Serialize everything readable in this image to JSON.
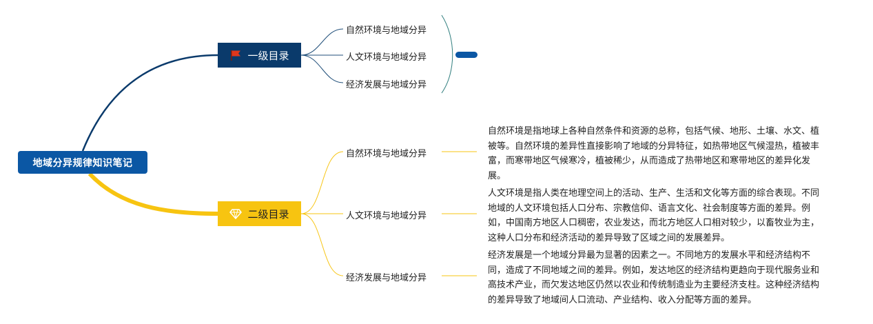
{
  "root": {
    "label": "地域分异规律知识笔记"
  },
  "branches": [
    {
      "label": "一级目录",
      "icon": "red-flag-icon",
      "color": "#0a3a6b",
      "children": [
        "自然环境与地域分异",
        "人文环境与地域分异",
        "经济发展与地域分异"
      ]
    },
    {
      "label": "二级目录",
      "icon": "diamond-icon",
      "color": "#f7c411",
      "children": [
        {
          "label": "自然环境与地域分异",
          "detail": "自然环境是指地球上各种自然条件和资源的总称，包括气候、地形、土壤、水文、植被等。自然环境的差异性直接影响了地域的分异特征，如热带地区气候湿热，植被丰富，而寒带地区气候寒冷，植被稀少，从而造成了热带地区和寒带地区的差异化发展。"
        },
        {
          "label": "人文环境与地域分异",
          "detail": "人文环境是指人类在地理空间上的活动、生产、生活和文化等方面的综合表现。不同地域的人文环境包括人口分布、宗教信仰、语言文化、社会制度等方面的差异。例如，中国南方地区人口稠密，农业发达，而北方地区人口相对较少，以畜牧业为主，这种人口分布和经济活动的差异导致了区域之间的发展差异。"
        },
        {
          "label": "经济发展与地域分异",
          "detail": "经济发展是一个地域分异最为显著的因素之一。不同地方的发展水平和经济结构不同，造成了不同地域之间的差异。例如，发达地区的经济结构更趋向于现代服务业和高技术产业，而欠发达地区仍然以农业和传统制造业为主要经济支柱。这种经济结构的差异导致了地域间人口流动、产业结构、收入分配等方面的差异。"
        }
      ]
    }
  ]
}
